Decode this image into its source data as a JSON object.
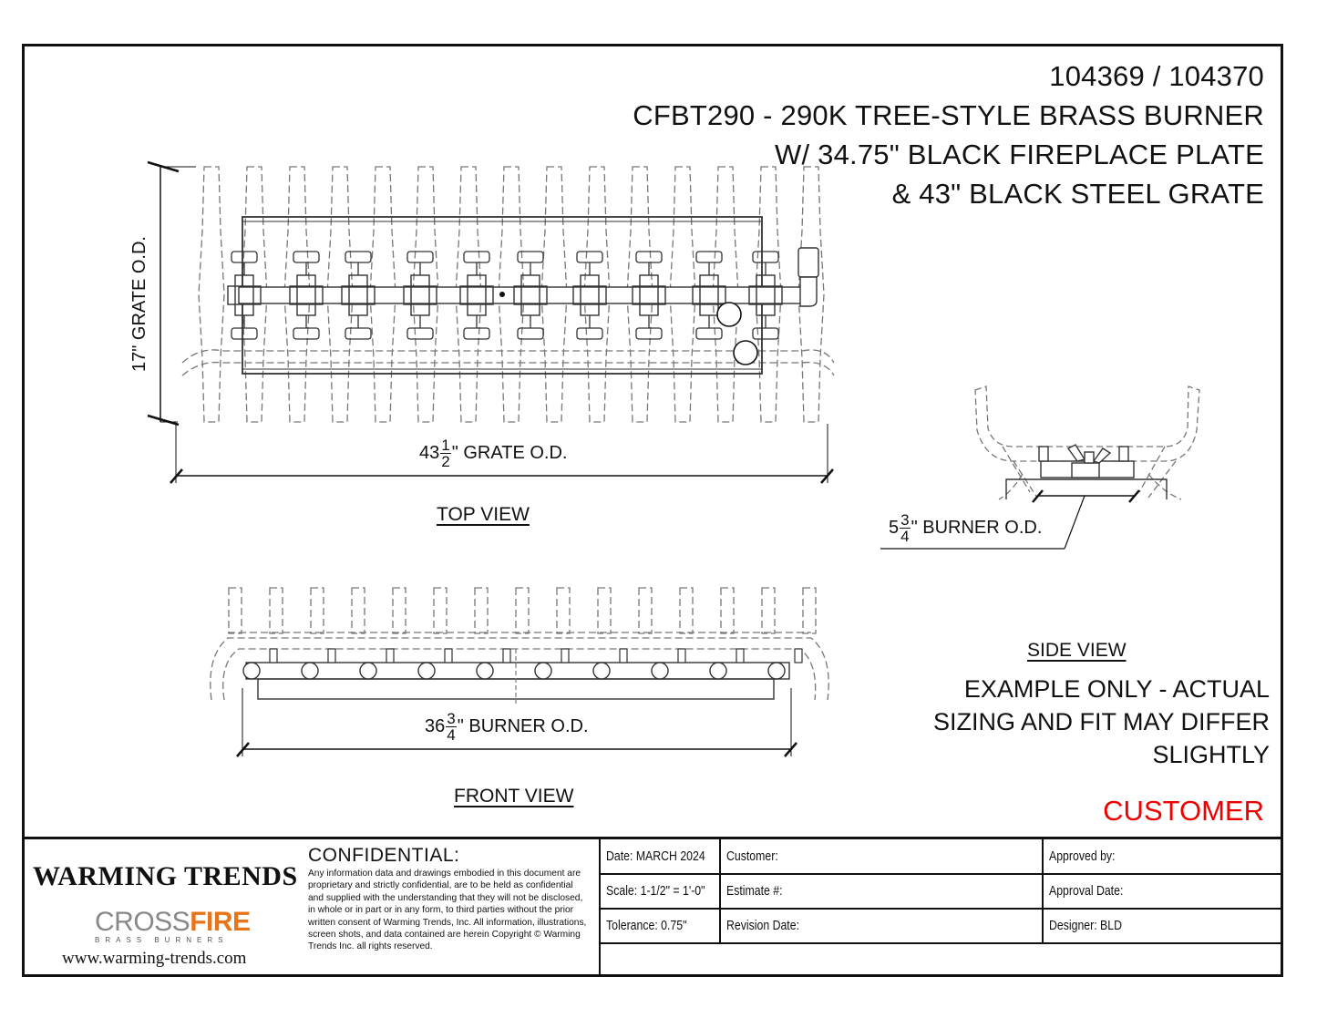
{
  "title": {
    "line1": "104369 / 104370",
    "line2": "CFBT290 - 290K TREE-STYLE BRASS BURNER",
    "line3": "W/ 34.75\" BLACK FIREPLACE PLATE",
    "line4": "& 43\" BLACK STEEL GRATE"
  },
  "views": {
    "top": "TOP VIEW",
    "front": "FRONT VIEW",
    "side": "SIDE VIEW"
  },
  "dimensions": {
    "grate_depth": "17\" GRATE O.D.",
    "grate_width_whole": "43",
    "grate_width_num": "1",
    "grate_width_den": "2",
    "grate_width_suffix": "\" GRATE O.D.",
    "burner_width_whole": "36",
    "burner_width_num": "3",
    "burner_width_den": "4",
    "burner_width_suffix": "\" BURNER O.D.",
    "burner_depth_whole": "5",
    "burner_depth_num": "3",
    "burner_depth_den": "4",
    "burner_depth_suffix": "\" BURNER O.D."
  },
  "note": {
    "line1": "EXAMPLE ONLY - ACTUAL",
    "line2": "SIZING AND FIT MAY DIFFER",
    "line3": "SLIGHTLY"
  },
  "stamp": "CUSTOMER",
  "logos": {
    "warming_trends": "WARMING TRENDS",
    "crossfire_cross": "CROSS",
    "crossfire_fire": "FIRE",
    "crossfire_sub": "BRASS BURNERS",
    "website": "www.warming-trends.com"
  },
  "confidential": {
    "title": "CONFIDENTIAL:",
    "text": "Any information data and drawings embodied in this document are proprietary and strictly confidential, are to be held as confidential and supplied with the understanding that they will not be disclosed, in whole or in part or in any form, to third parties without the prior written consent of Warming Trends, Inc. All information, illustrations, screen shots, and data contained are herein Copyright © Warming Trends Inc. all rights reserved."
  },
  "fields": {
    "date": "Date: MARCH 2024",
    "scale": "Scale: 1-1/2\" = 1'-0\"",
    "tolerance": "Tolerance: 0.75\"",
    "customer": "Customer:",
    "estimate": "Estimate #:",
    "revision": "Revision Date:",
    "approved_by": "Approved by:",
    "approval_date": "Approval Date:",
    "designer": "Designer: BLD"
  },
  "colors": {
    "accent_red": "#e00000",
    "flame_orange": "#e8741a"
  }
}
